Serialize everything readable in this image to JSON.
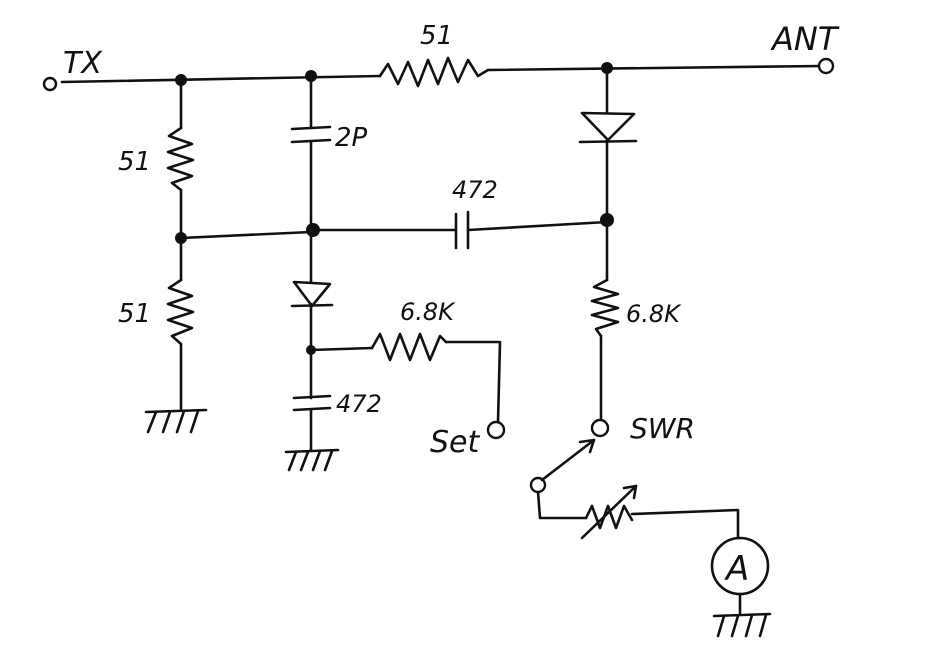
{
  "labels": {
    "tx": "TX",
    "ant": "ANT",
    "r_series": "51",
    "r_shunt_top": "51",
    "r_shunt_bottom": "51",
    "c_small": "2P",
    "c_coupling": "472",
    "c_bypass": "472",
    "r_set": "6.8K",
    "r_swr": "6.8K",
    "set": "Set",
    "swr": "SWR",
    "meter": "A"
  },
  "colors": {
    "ink": "#111111",
    "paper": "#ffffff"
  }
}
